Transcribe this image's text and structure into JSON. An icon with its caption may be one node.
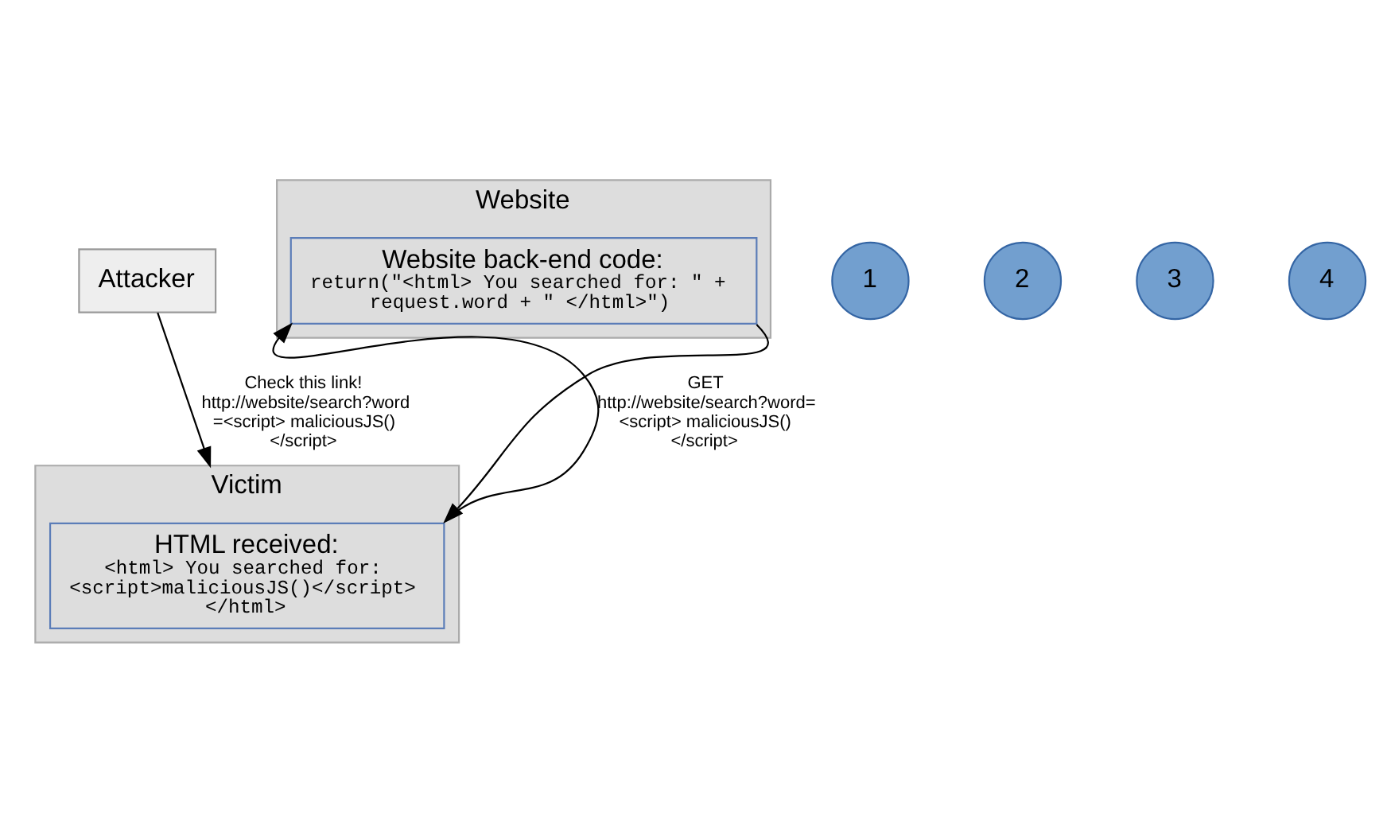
{
  "diagram": {
    "nodes": [
      {
        "text": [
          "Website"
        ]
      },
      {
        "text": [
          "Website back-end code:",
          "return(\"<html> You searched for: \" + request.word + \" </html>\")"
        ],
        "in": 0
      },
      {
        "text": [
          "Attacker"
        ]
      },
      {
        "text": [
          "Victim"
        ]
      },
      {
        "text": [
          "HTML received:",
          "<html> You searched for: <script>maliciousJS()</script> </html>"
        ],
        "in": 3
      },
      {
        "text": [
          "1"
        ]
      },
      {
        "text": [
          "2"
        ]
      },
      {
        "text": [
          "3"
        ]
      },
      {
        "text": [
          "4"
        ]
      }
    ],
    "edges": [
      {
        "from": 2,
        "to": 3,
        "arrow": "to",
        "label": "Check this link! http://website/search?word =<script> maliciousJS() </script>"
      },
      {
        "from": 3,
        "to": 1,
        "arrow": "to",
        "label": "GET http://website/search?word= <script> maliciousJS() </script>"
      },
      {
        "from": 1,
        "to": 4,
        "arrow": "to"
      }
    ]
  }
}
